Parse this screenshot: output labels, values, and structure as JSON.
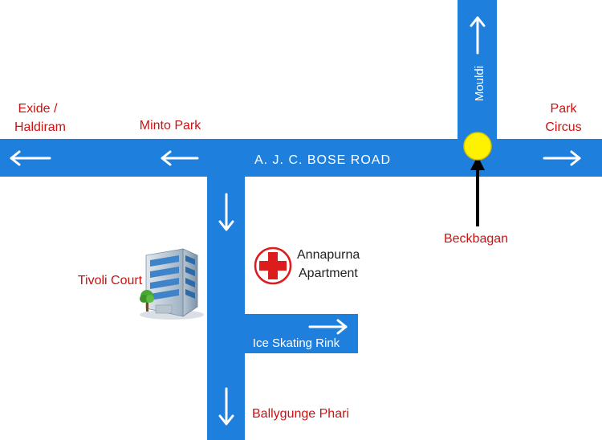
{
  "colors": {
    "road": "#1e7fdc",
    "label_red": "#cc1111",
    "label_dark": "#222222",
    "arrow_white": "#ffffff",
    "marker_fill": "#fff200",
    "marker_stroke": "#d6c200",
    "hospital_red": "#dd1c1c"
  },
  "roads": {
    "main_road_name": "A. J. C. BOSE ROAD",
    "north_road_name": "Mouldi",
    "side_road_name": "Ice Skating Rink"
  },
  "places": {
    "exide_line1": "Exide /",
    "exide_line2": "Haldiram",
    "minto_park": "Minto Park",
    "park_circus_line1": "Park",
    "park_circus_line2": "Circus",
    "beckbagan": "Beckbagan",
    "tivoli_court": "Tivoli Court",
    "annapurna_line1": "Annapurna",
    "annapurna_line2": "Apartment",
    "ballygunge_phari": "Ballygunge Phari"
  },
  "icons": {
    "hospital": "red-cross-icon",
    "building": "office-building-icon",
    "marker": "location-marker-icon"
  }
}
